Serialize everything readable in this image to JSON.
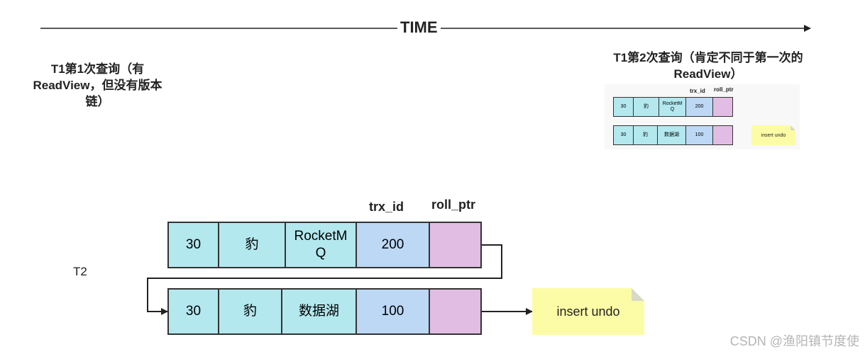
{
  "timeline": {
    "label": "TIME"
  },
  "query1": {
    "line1": "T1第1次查询（有",
    "line2": "ReadView，但没有版本",
    "line3": "链）"
  },
  "query2": {
    "line1": "T1第2次查询（肯定不同于第一次的",
    "line2": "ReadView）"
  },
  "t2_label": "T2",
  "columns": {
    "trx_id": "trx_id",
    "roll_ptr": "roll_ptr"
  },
  "rows": [
    {
      "cells": [
        "30",
        "豹",
        "RocketM Q",
        "200",
        ""
      ]
    },
    {
      "cells": [
        "30",
        "豹",
        "数据湖",
        "100",
        ""
      ]
    }
  ],
  "undo_note": "insert undo",
  "watermark": "CSDN @渔阳镇节度使",
  "colors": {
    "cyan": "#b3e8ef",
    "blue": "#bcd8f5",
    "purple": "#e2bde3",
    "note": "#fdfca6",
    "line": "#222222"
  }
}
